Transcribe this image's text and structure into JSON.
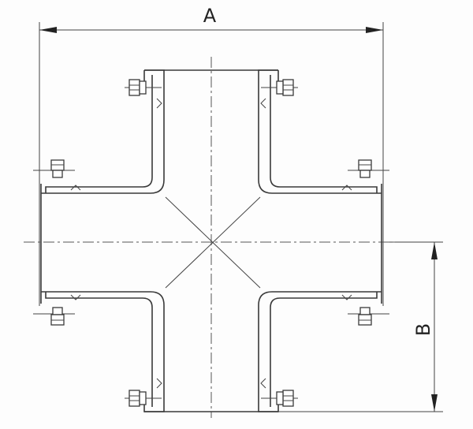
{
  "drawing": {
    "type": "flanged cross fitting",
    "dimension_labels": {
      "a": "A",
      "b": "B"
    },
    "line_color": "#3a3a3a",
    "background": "#fdfdfd"
  }
}
